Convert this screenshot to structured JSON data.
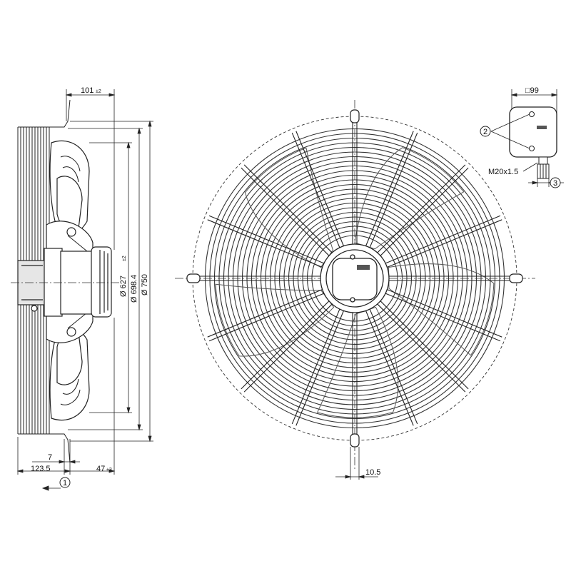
{
  "side_view": {
    "width_label": "101",
    "width_tol": "±2",
    "dia_inner_label": "Ø 627",
    "dia_inner_tol": "±2",
    "dia_mid_label": "Ø 698.4",
    "dia_outer_label": "Ø 750",
    "dim_7": "7",
    "dim_123_5": "123.5",
    "dim_47": "47",
    "dim_47_tol": "±3",
    "callout_1": "1"
  },
  "front_view": {
    "dim_10_5": "10.5"
  },
  "terminal_box": {
    "box_label": "□99",
    "callout_2": "2",
    "cable_gland": "M20x1.5",
    "callout_3": "3"
  }
}
